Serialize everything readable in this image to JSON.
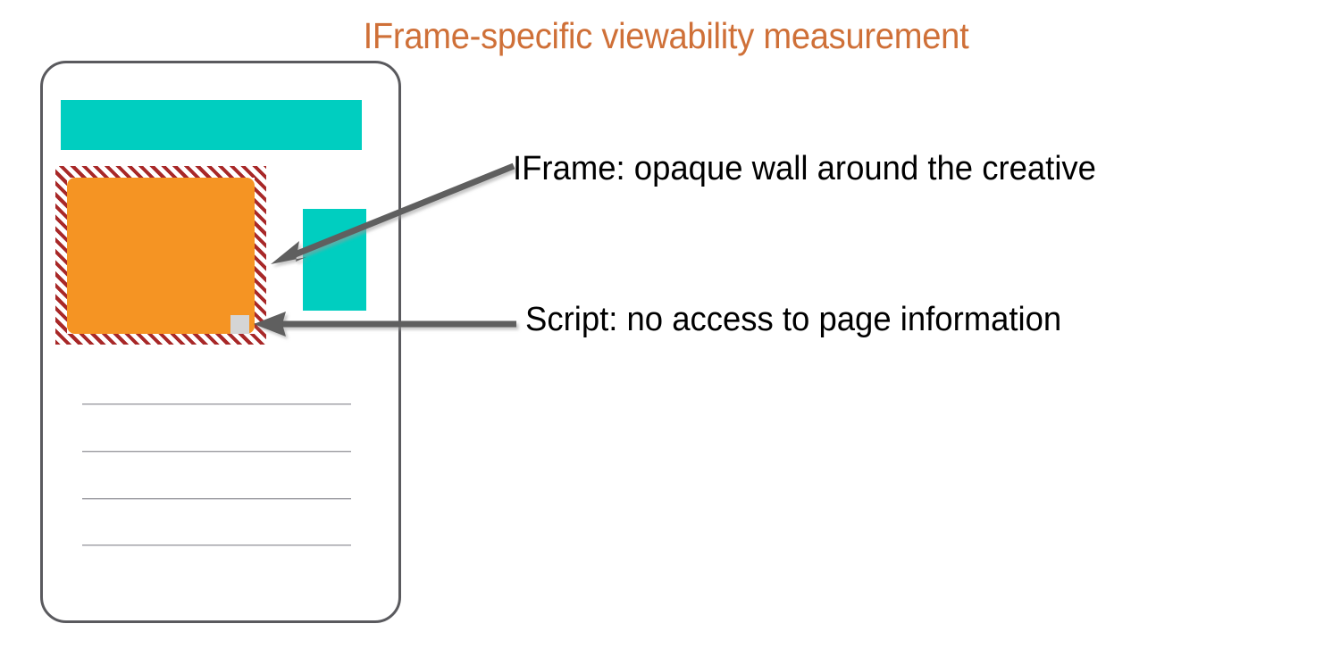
{
  "slide": {
    "title": "IFrame-specific viewability measurement",
    "title_color": "#cf7038",
    "background_color": "#ffffff"
  },
  "phone_mock": {
    "name": "web page mockup in rounded device frame",
    "frame_border_color": "#5a5a5e",
    "banner": {
      "name": "top content banner",
      "color": "#00cec0"
    },
    "side_block": {
      "name": "right side content block",
      "color": "#00cec0"
    },
    "iframe_wall": {
      "name": "hatched iframe boundary",
      "stripe_color": "#a82828",
      "stripe_background": "#ffffff"
    },
    "creative": {
      "name": "ad creative",
      "color": "#f59423"
    },
    "script_pixel": {
      "name": "measurement script pixel",
      "color": "#d5d5d5"
    },
    "text_lines": {
      "name": "page body text placeholder lines",
      "count": 4,
      "color": "#9b9ba0",
      "tops": [
        452,
        505,
        558,
        610
      ]
    }
  },
  "callouts": [
    {
      "id": "iframe",
      "label": "IFrame: opaque wall around the creative",
      "arrow": "diagonal-arrow-pointing-down-left",
      "color": "#000000"
    },
    {
      "id": "script",
      "label": "Script: no access to page information",
      "arrow": "horizontal-arrow-pointing-left",
      "color": "#000000"
    }
  ],
  "arrow_color": "#5e5e5e"
}
